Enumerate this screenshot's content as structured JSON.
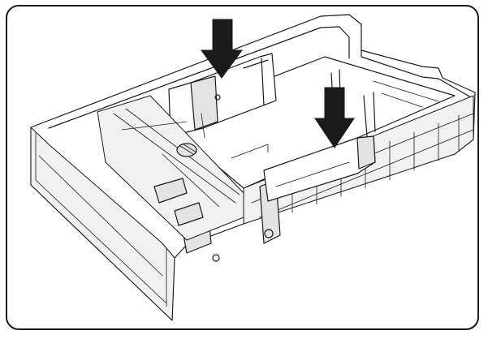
{
  "figure": {
    "kind": "line-art illustration",
    "subject": "paper-tray-cassette",
    "colors": {
      "ink": "#1a1a1a",
      "background": "#ffffff",
      "shade": "#e3e3e3"
    },
    "arrows": [
      {
        "name": "arrow-down-icon",
        "points_to": "paper-length-guide"
      },
      {
        "name": "arrow-down-icon",
        "points_to": "paper-width-guide"
      }
    ]
  }
}
